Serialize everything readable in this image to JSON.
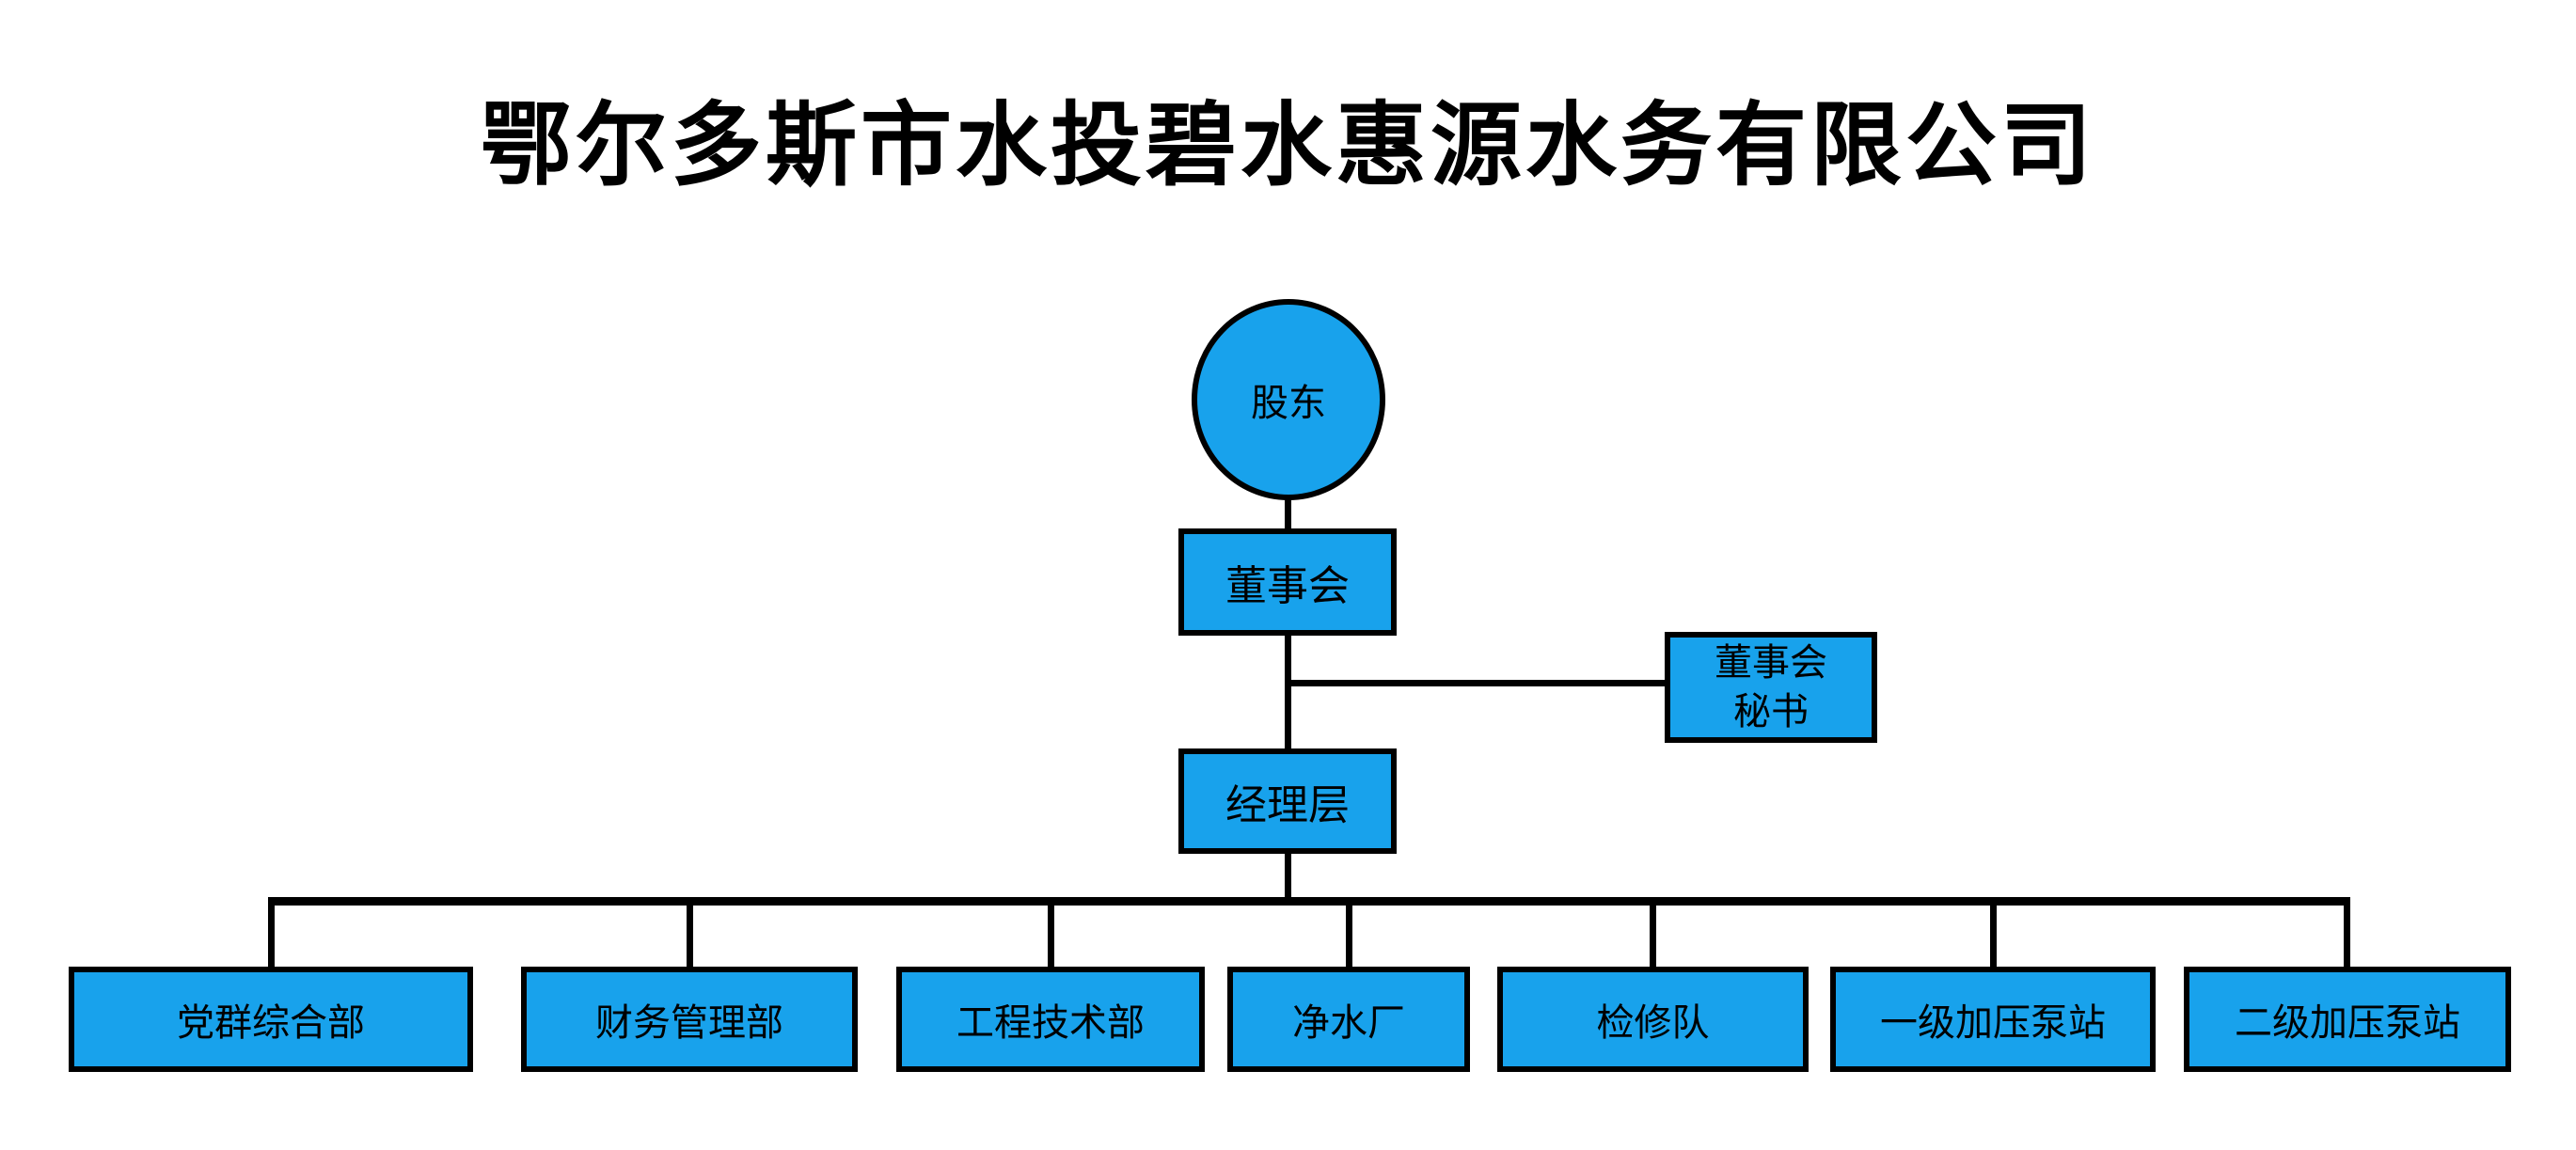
{
  "title": "鄂尔多斯市水投碧水惠源水务有限公司",
  "colors": {
    "node_fill": "#18A2EC",
    "node_border": "#000000",
    "connector": "#000000",
    "background": "#FFFFFF",
    "title_color": "#000000"
  },
  "org_chart": {
    "shareholder": {
      "label": "股东"
    },
    "board": {
      "label": "董事会"
    },
    "board_secretary": {
      "line1": "董事会",
      "line2": "秘书"
    },
    "management": {
      "label": "经理层"
    },
    "departments": [
      {
        "label": "党群综合部"
      },
      {
        "label": "财务管理部"
      },
      {
        "label": "工程技术部"
      },
      {
        "label": "净水厂"
      },
      {
        "label": "检修队"
      },
      {
        "label": "一级加压泵站"
      },
      {
        "label": "二级加压泵站"
      }
    ]
  }
}
